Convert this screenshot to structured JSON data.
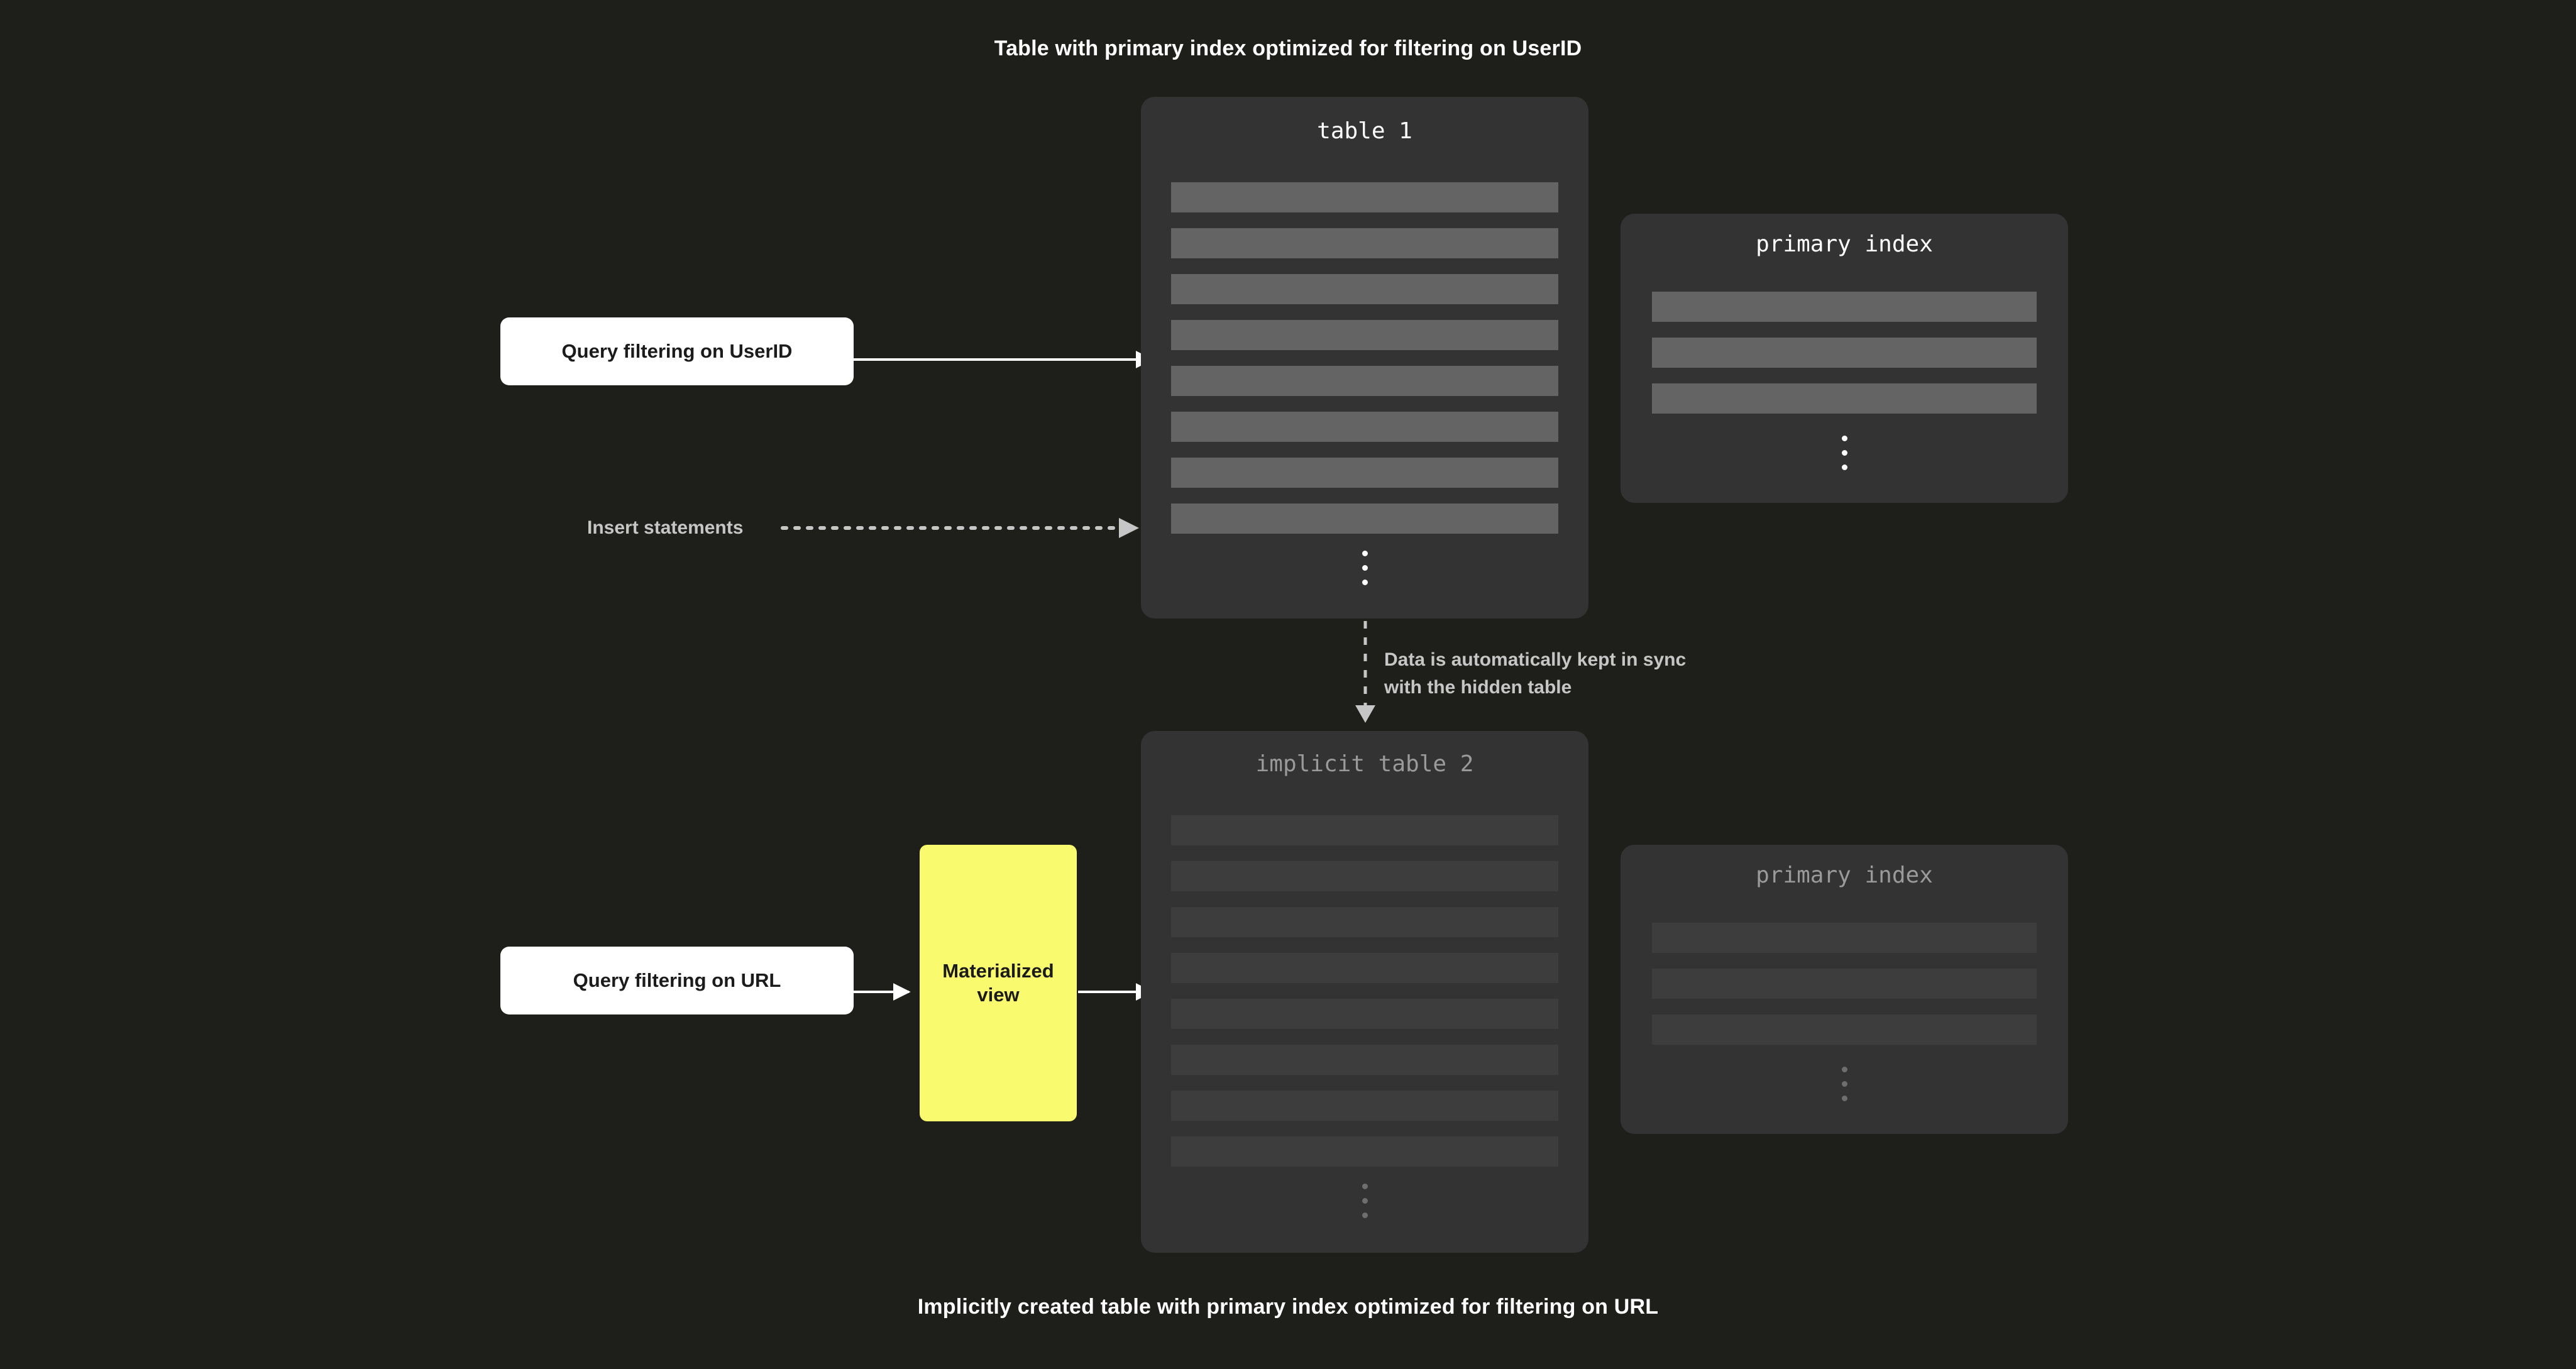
{
  "theme": {
    "background": "#1e1f1a",
    "card_background": "#333333",
    "row_bar": "#646464",
    "row_bar_dim": "#3d3d3d",
    "accent_yellow": "#f9fa6e",
    "chip_white": "#ffffff",
    "text_primary": "#ffffff",
    "text_muted": "#c6c6c6",
    "text_dim": "#9a9a9a",
    "connector": "#ffffff",
    "connector_dashed": "#c6c6c6"
  },
  "captions": {
    "top": "Table with primary index optimized for filtering on UserID",
    "bottom": "Implicitly created table with primary index optimized for filtering on URL"
  },
  "cards": {
    "table1": {
      "title": "table 1",
      "row_count": 8,
      "has_ellipsis": true,
      "dim": false
    },
    "index1": {
      "title": "primary index",
      "row_count": 3,
      "has_ellipsis": true,
      "dim": false
    },
    "table2": {
      "title": "implicit table 2",
      "row_count": 8,
      "has_ellipsis": true,
      "dim": true
    },
    "index2": {
      "title": "primary index",
      "row_count": 3,
      "has_ellipsis": true,
      "dim": true
    }
  },
  "chips": {
    "query_userid": "Query filtering on UserID",
    "query_url": "Query filtering on URL",
    "materialized_view": "Materialized\nview"
  },
  "labels": {
    "insert_statements": "Insert statements",
    "sync_note": "Data is automatically kept in sync\nwith the hidden table"
  },
  "connectors": [
    {
      "name": "query-userid-to-table1",
      "style": "solid",
      "direction": "right"
    },
    {
      "name": "insert-statements-to-table1",
      "style": "dotted",
      "direction": "right"
    },
    {
      "name": "table1-to-table2",
      "style": "dashed",
      "direction": "down"
    },
    {
      "name": "query-url-to-materialized-view",
      "style": "solid",
      "direction": "right"
    },
    {
      "name": "materialized-view-to-table2",
      "style": "solid",
      "direction": "right"
    }
  ]
}
